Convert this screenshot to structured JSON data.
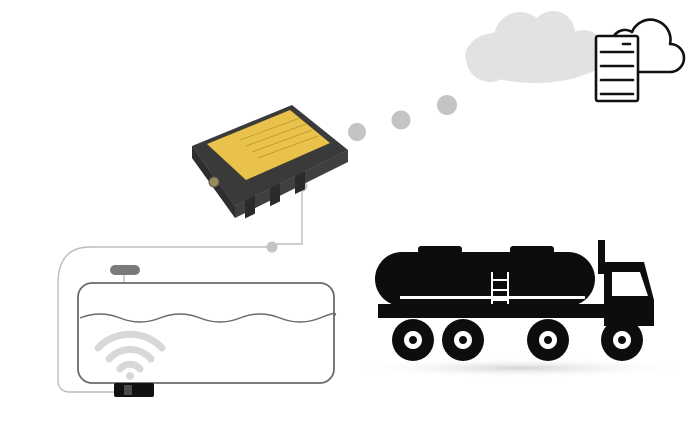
{
  "diagram": {
    "nodes": [
      {
        "id": "cloud-server",
        "icon": "cloud-server-icon"
      },
      {
        "id": "cloud",
        "icon": "cloud-icon"
      },
      {
        "id": "tracker",
        "icon": "gps-tracker-device-icon"
      },
      {
        "id": "fuel-tank",
        "icon": "fuel-tank-sensor-icon"
      },
      {
        "id": "tanker-truck",
        "icon": "tanker-truck-icon"
      }
    ],
    "links": [
      {
        "from": "tracker",
        "to": "cloud",
        "style": "dotted",
        "color": "#c8c8c8"
      },
      {
        "from": "fuel-tank",
        "to": "tracker",
        "style": "wire",
        "color": "#bdbdbd"
      }
    ]
  },
  "colors": {
    "cloud": "#e2e2e2",
    "dots": "#c4c4c4",
    "wire": "#bdbdbd",
    "device_body": "#3a3a3a",
    "device_label": "#e8c24a",
    "tank_outline": "#6a6a6a",
    "wifi": "#d8d8d8",
    "truck": "#0d0d0d",
    "ground_shadow": "#d6d6d6"
  }
}
